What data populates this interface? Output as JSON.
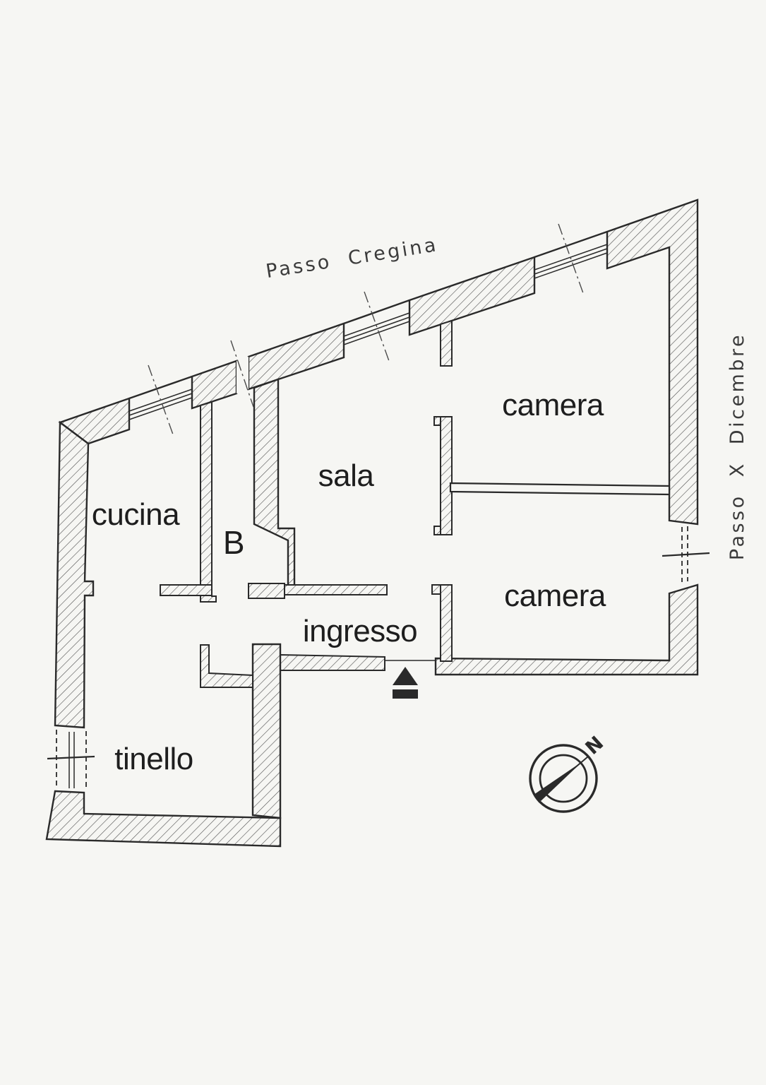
{
  "plan": {
    "streets": {
      "top": "Passo Cregina",
      "right": "Passo X Dicembre"
    },
    "rooms": {
      "cucina": "cucina",
      "bagno": "B",
      "sala": "sala",
      "camera_nord": "camera",
      "camera_sud": "camera",
      "ingresso": "ingresso",
      "tinello": "tinello"
    },
    "compass": {
      "north": "N"
    },
    "icons": {
      "entrance": "entrance-arrow-icon",
      "compass": "compass-rose-icon",
      "windows": "window-glazing-lines"
    },
    "colors": {
      "paper": "#f6f6f3",
      "ink": "#2a2a2a",
      "hatch": "#4f4f4f",
      "label": "#1e1e1e",
      "street": "#3b3b3b"
    }
  }
}
